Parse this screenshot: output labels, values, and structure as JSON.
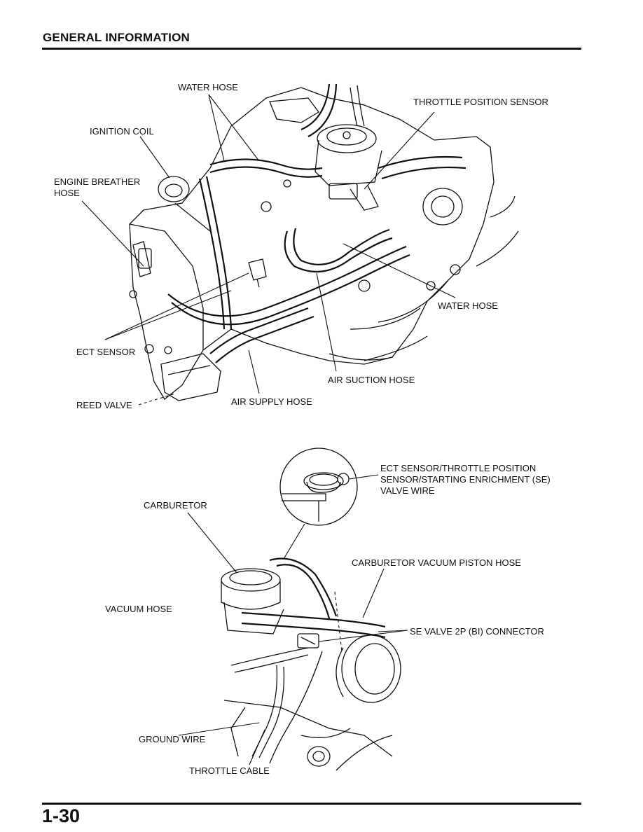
{
  "header": {
    "section_title": "GENERAL INFORMATION"
  },
  "figure_top": {
    "labels": {
      "water_hose_top": "WATER HOSE",
      "throttle_position_sensor": "THROTTLE POSITION SENSOR",
      "ignition_coil": "IGNITION COIL",
      "engine_breather_hose_line1": "ENGINE BREATHER",
      "engine_breather_hose_line2": "HOSE",
      "water_hose_right": "WATER HOSE",
      "ect_sensor": "ECT SENSOR",
      "air_suction_hose": "AIR SUCTION HOSE",
      "reed_valve": "REED VALVE",
      "air_supply_hose": "AIR SUPPLY HOSE"
    }
  },
  "figure_bottom": {
    "labels": {
      "wire_line1": "ECT SENSOR/THROTTLE POSITION",
      "wire_line2": "SENSOR/STARTING ENRICHMENT (SE)",
      "wire_line3": "VALVE WIRE",
      "carburetor": "CARBURETOR",
      "carburetor_vacuum_piston_hose": "CARBURETOR VACUUM PISTON HOSE",
      "vacuum_hose": "VACUUM HOSE",
      "se_valve_connector": "SE VALVE 2P (BI) CONNECTOR",
      "ground_wire": "GROUND WIRE",
      "throttle_cable": "THROTTLE CABLE"
    }
  },
  "footer": {
    "page_number": "1-30"
  }
}
